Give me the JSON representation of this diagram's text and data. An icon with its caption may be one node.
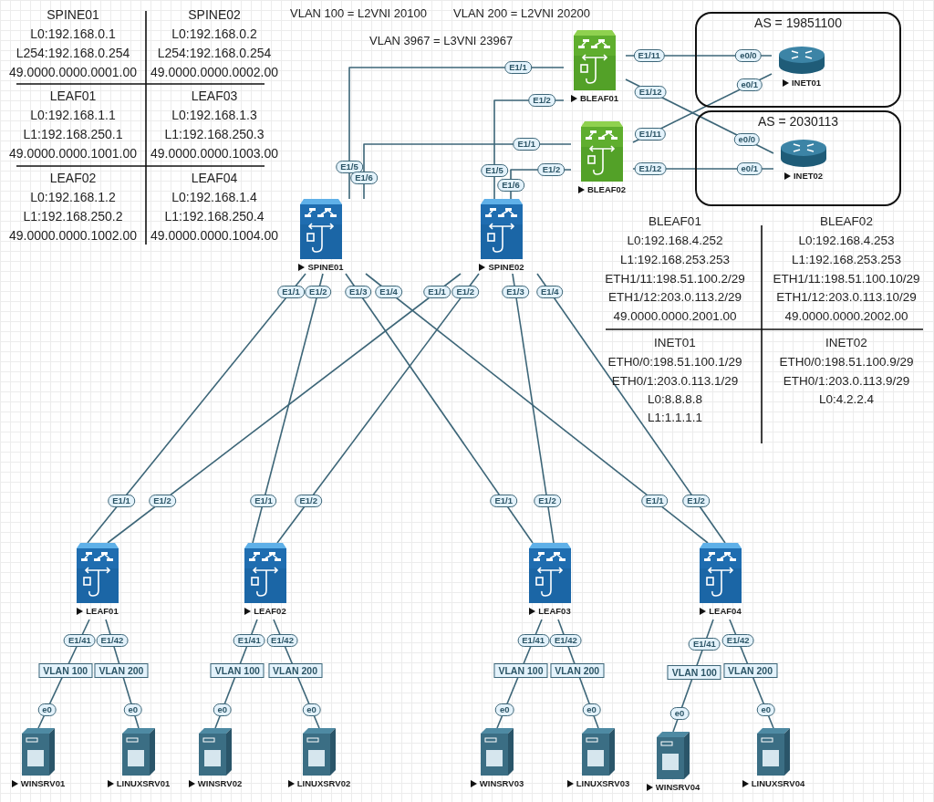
{
  "diagram": {
    "nodes": [
      {
        "text": [
          "AS = 19851100"
        ]
      },
      {
        "text": [
          "BLEAF01"
        ]
      },
      {
        "text": [
          "INET01"
        ],
        "in": 0
      },
      {
        "text": [
          "AS = 2030113"
        ]
      },
      {
        "text": [
          "BLEAF02"
        ]
      },
      {
        "text": [
          "INET02"
        ],
        "in": 3
      },
      {
        "text": [
          "SPINE01"
        ]
      },
      {
        "text": [
          "SPINE02"
        ]
      },
      {
        "text": [
          "LEAF01"
        ]
      },
      {
        "text": [
          "LEAF02"
        ]
      },
      {
        "text": [
          "LEAF03"
        ]
      },
      {
        "text": [
          "LEAF04"
        ]
      },
      {
        "text": [
          "WINSRV01"
        ]
      },
      {
        "text": [
          "LINUXSRV01"
        ]
      },
      {
        "text": [
          "WINSRV02"
        ]
      },
      {
        "text": [
          "LINUXSRV02"
        ]
      },
      {
        "text": [
          "WINSRV03"
        ]
      },
      {
        "text": [
          "LINUXSRV03"
        ]
      },
      {
        "text": [
          "WINSRV04"
        ]
      },
      {
        "text": [
          "LINUXSRV04"
        ]
      }
    ],
    "edges": [
      {
        "from": 6,
        "to": 8,
        "arrow": "none"
      },
      {
        "from": 6,
        "to": 9,
        "arrow": "none"
      },
      {
        "from": 6,
        "to": 10,
        "arrow": "none"
      },
      {
        "from": 6,
        "to": 11,
        "arrow": "none"
      },
      {
        "from": 7,
        "to": 8,
        "arrow": "none"
      },
      {
        "from": 7,
        "to": 9,
        "arrow": "none"
      },
      {
        "from": 7,
        "to": 10,
        "arrow": "none"
      },
      {
        "from": 7,
        "to": 11,
        "arrow": "none"
      },
      {
        "from": 6,
        "to": 1,
        "arrow": "none"
      },
      {
        "from": 6,
        "to": 4,
        "arrow": "none"
      },
      {
        "from": 7,
        "to": 1,
        "arrow": "none"
      },
      {
        "from": 7,
        "to": 4,
        "arrow": "none"
      },
      {
        "from": 1,
        "to": 2,
        "arrow": "none"
      },
      {
        "from": 1,
        "to": 5,
        "arrow": "none"
      },
      {
        "from": 4,
        "to": 2,
        "arrow": "none"
      },
      {
        "from": 4,
        "to": 5,
        "arrow": "none"
      },
      {
        "from": 8,
        "to": 12,
        "arrow": "none"
      },
      {
        "from": 8,
        "to": 13,
        "arrow": "none"
      },
      {
        "from": 9,
        "to": 14,
        "arrow": "none"
      },
      {
        "from": 9,
        "to": 15,
        "arrow": "none"
      },
      {
        "from": 10,
        "to": 16,
        "arrow": "none"
      },
      {
        "from": 10,
        "to": 17,
        "arrow": "none"
      },
      {
        "from": 11,
        "to": 18,
        "arrow": "none"
      },
      {
        "from": 11,
        "to": 19,
        "arrow": "none"
      }
    ],
    "labels": [
      "VLAN 100 = L2VNI 20100",
      "VLAN 200 = L2VNI 20200",
      "VLAN 3967 = L3VNI 23967",
      "SPINE01",
      "SPINE02",
      "L0:192.168.0.1",
      "L0:192.168.0.2",
      "L254:192.168.0.254",
      "L254:192.168.0.254",
      "49.0000.0000.0001.00",
      "49.0000.0000.0002.00",
      "LEAF01",
      "LEAF03",
      "L0:192.168.1.1",
      "L0:192.168.1.3",
      "L1:192.168.250.1",
      "L1:192.168.250.3",
      "49.0000.0000.1001.00",
      "49.0000.0000.1003.00",
      "LEAF02",
      "LEAF04",
      "L0:192.168.1.2",
      "L0:192.168.1.4",
      "L1:192.168.250.2",
      "L1:192.168.250.4",
      "49.0000.0000.1002.00",
      "49.0000.0000.1004.00",
      "BLEAF01",
      "BLEAF02",
      "L0:192.168.4.252",
      "L0:192.168.4.253",
      "L1:192.168.253.253",
      "L1:192.168.253.253",
      "ETH1/11:198.51.100.2/29",
      "ETH1/11:198.51.100.10/29",
      "ETH1/12:203.0.113.2/29",
      "ETH1/12:203.0.113.10/29",
      "49.0000.0000.2001.00",
      "49.0000.0000.2002.00",
      "INET01",
      "INET02",
      "ETH0/0:198.51.100.1/29",
      "ETH0/0:198.51.100.9/29",
      "ETH0/1:203.0.113.1/29",
      "ETH0/1:203.0.113.9/29",
      "L0:8.8.8.8",
      "L0:4.2.2.4",
      "L1:1.1.1.1",
      "E1/1",
      "E1/1",
      "E1/2",
      "E1/1",
      "E1/3",
      "E1/1",
      "E1/4",
      "E1/1",
      "E1/1",
      "E1/2",
      "E1/2",
      "E1/2",
      "E1/3",
      "E1/2",
      "E1/4",
      "E1/2",
      "E1/5",
      "E1/1",
      "E1/6",
      "E1/1",
      "E1/5",
      "E1/2",
      "E1/6",
      "E1/2",
      "E1/11",
      "e0/0",
      "E1/12",
      "e0/0",
      "E1/11",
      "e0/1",
      "E1/12",
      "e0/1",
      "E1/41",
      "VLAN 100",
      "e0",
      "E1/42",
      "VLAN 200",
      "e0",
      "E1/41",
      "VLAN 100",
      "e0",
      "E1/42",
      "VLAN 200",
      "e0",
      "E1/41",
      "VLAN 100",
      "e0",
      "E1/42",
      "VLAN 200",
      "e0",
      "E1/41",
      "VLAN 100",
      "e0",
      "E1/42",
      "VLAN 200",
      "e0"
    ]
  }
}
